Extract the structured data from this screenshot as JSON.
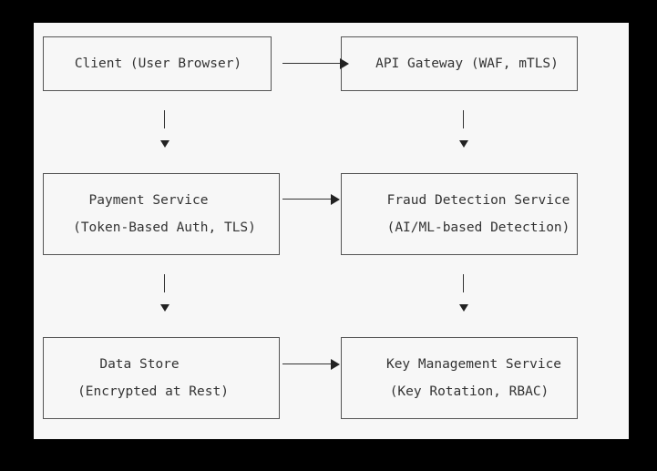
{
  "nodes": {
    "client": {
      "line1": "Client (User Browser)",
      "line2": ""
    },
    "api_gateway": {
      "line1": "API Gateway (WAF, mTLS)",
      "line2": ""
    },
    "payment": {
      "line1": "Payment Service",
      "line2": "(Token-Based Auth, TLS)"
    },
    "fraud": {
      "line1": "Fraud Detection Service",
      "line2": "(AI/ML-based Detection)"
    },
    "datastore": {
      "line1": "Data Store",
      "line2": "(Encrypted at Rest)"
    },
    "kms": {
      "line1": "Key Management Service",
      "line2": "(Key Rotation, RBAC)"
    }
  },
  "edges": [
    {
      "from": "client",
      "to": "api_gateway"
    },
    {
      "from": "client",
      "to": "payment"
    },
    {
      "from": "api_gateway",
      "to": "fraud"
    },
    {
      "from": "payment",
      "to": "fraud"
    },
    {
      "from": "payment",
      "to": "datastore"
    },
    {
      "from": "fraud",
      "to": "kms"
    },
    {
      "from": "datastore",
      "to": "kms"
    }
  ],
  "colors": {
    "frame": "#000000",
    "panel": "#f7f7f7",
    "text": "#333333",
    "line": "#555555"
  }
}
